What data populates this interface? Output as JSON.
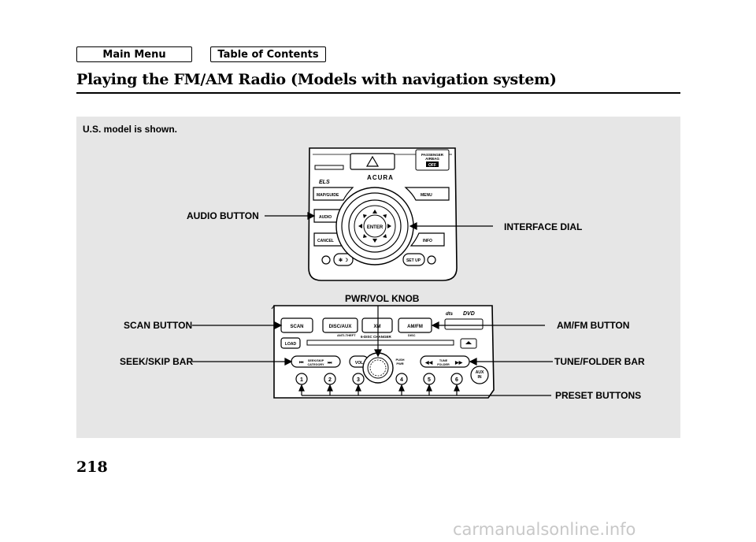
{
  "nav": {
    "main_menu": "Main Menu",
    "table_of_contents": "Table of Contents"
  },
  "page": {
    "title": "Playing the FM/AM Radio (Models with navigation system)",
    "number": "218",
    "watermark": "carmanualsonline.info"
  },
  "figure": {
    "note": "U.S. model is shown.",
    "callouts": {
      "audio_button": "AUDIO BUTTON",
      "interface_dial": "INTERFACE DIAL",
      "pwr_vol_knob": "PWR/VOL KNOB",
      "scan_button": "SCAN BUTTON",
      "am_fm_button": "AM/FM BUTTON",
      "seek_skip_bar": "SEEK/SKIP BAR",
      "tune_folder_bar": "TUNE/FOLDER BAR",
      "preset_buttons": "PRESET BUTTONS"
    },
    "upper_unit": {
      "brand": "ACURA",
      "passenger_airbag": [
        "PASSENGER",
        "AIRBAG"
      ],
      "airbag_status": "OFF",
      "map_guide": "MAP/GUIDE",
      "menu": "MENU",
      "audio": "AUDIO",
      "cancel": "CANCEL",
      "info": "INFO",
      "setup": "SET UP",
      "enter": "ENTER",
      "els": "ELS"
    },
    "lower_unit": {
      "scan": "SCAN",
      "disc_aux": "DISC/AUX",
      "xm": "XM",
      "am_fm": "AM/FM",
      "load": "LOAD",
      "anti_theft": "ANTI-THEFT",
      "changer": "6-DISC CHANGER",
      "disc": "DISC",
      "dvd": "DVD",
      "dts": "dts",
      "seek_skip": [
        "SEEK/SKIP",
        "CATEGORY"
      ],
      "vol": "VOL",
      "push_pwr": [
        "PUSH",
        "PWR"
      ],
      "tune_folder": [
        "TUNE",
        "FOLDER"
      ],
      "aux": [
        "AUX",
        "IN"
      ],
      "presets": [
        "1",
        "2",
        "3",
        "4",
        "5",
        "6"
      ]
    }
  }
}
